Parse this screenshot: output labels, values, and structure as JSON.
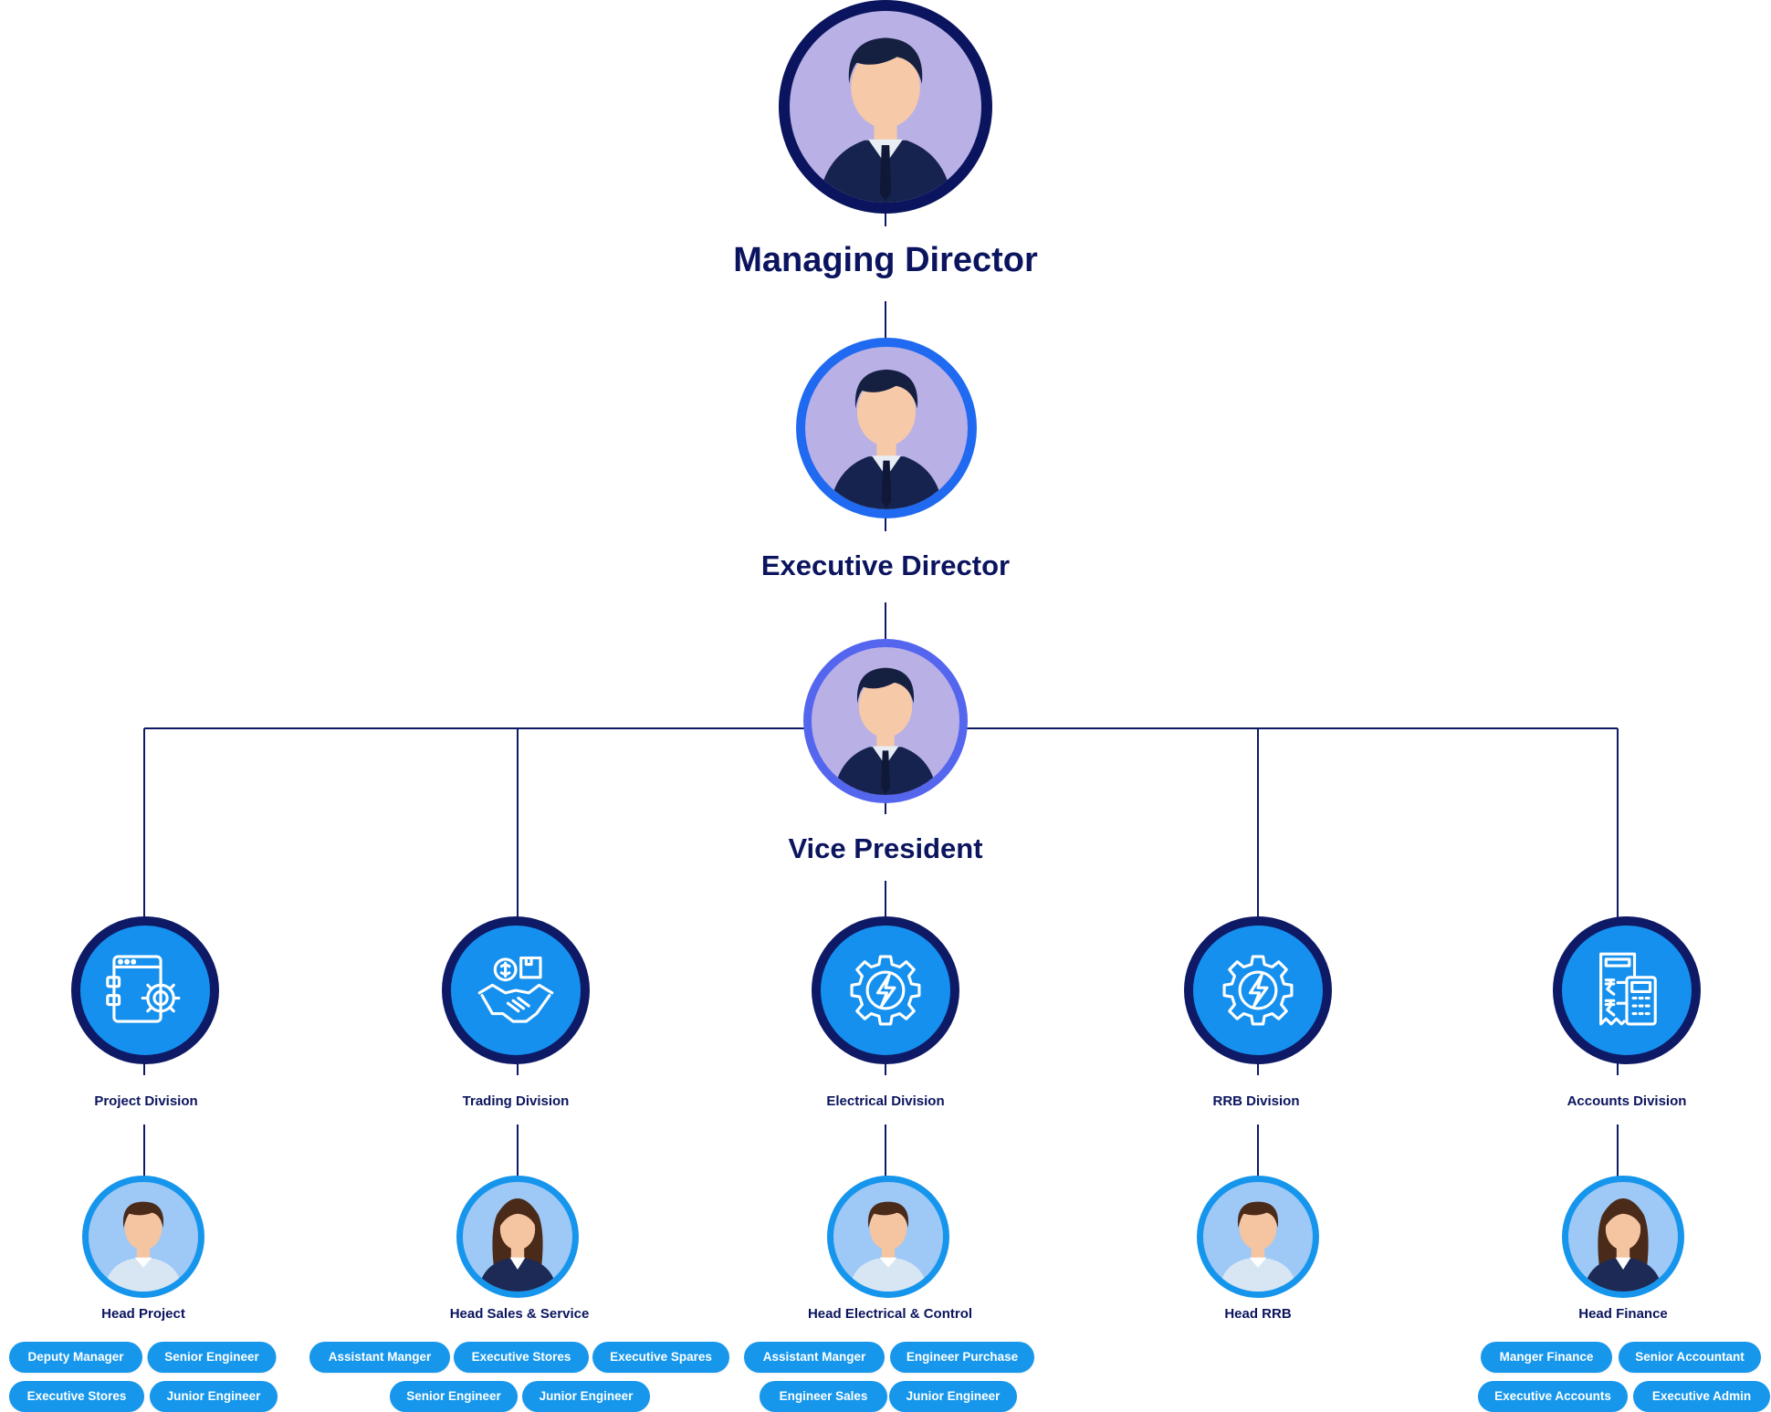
{
  "colors": {
    "navy": "#0b145e",
    "line": "#0e1a66",
    "blue": "#1590ee",
    "pill": "#1697ec",
    "lavender": "#b9b0e6",
    "ed_ring": "#1f6af0",
    "vp_ring": "#5566ee"
  },
  "top": {
    "managing_director": "Managing Director",
    "executive_director": "Executive Director",
    "vice_president": "Vice President"
  },
  "divisions": [
    {
      "name": "Project Division",
      "icon": "project-gear-document-icon",
      "head": "Head Project",
      "head_gender": "male",
      "roles": [
        [
          "Deputy Manager",
          "Senior Engineer"
        ],
        [
          "Executive Stores",
          "Junior Engineer"
        ]
      ]
    },
    {
      "name": "Trading Division",
      "icon": "handshake-dollar-box-icon",
      "head": "Head Sales & Service",
      "head_gender": "female",
      "roles": [
        [
          "Assistant Manger",
          "Executive Stores",
          "Executive Spares"
        ],
        [
          "Senior Engineer",
          "Junior Engineer"
        ]
      ]
    },
    {
      "name": "Electrical Division",
      "icon": "lightning-gear-icon",
      "head": "Head Electrical & Control",
      "head_gender": "male",
      "roles": [
        [
          "Assistant Manger",
          "Engineer Purchase"
        ],
        [
          "Engineer Sales",
          "Junior Engineer"
        ]
      ]
    },
    {
      "name": "RRB Division",
      "icon": "lightning-gear-icon",
      "head": "Head RRB",
      "head_gender": "male",
      "roles": []
    },
    {
      "name": "Accounts Division",
      "icon": "rupee-receipt-calculator-icon",
      "head": "Head Finance",
      "head_gender": "female",
      "roles": [
        [
          "Manger Finance",
          "Senior Accountant"
        ],
        [
          "Executive Accounts",
          "Executive Admin"
        ]
      ]
    }
  ]
}
